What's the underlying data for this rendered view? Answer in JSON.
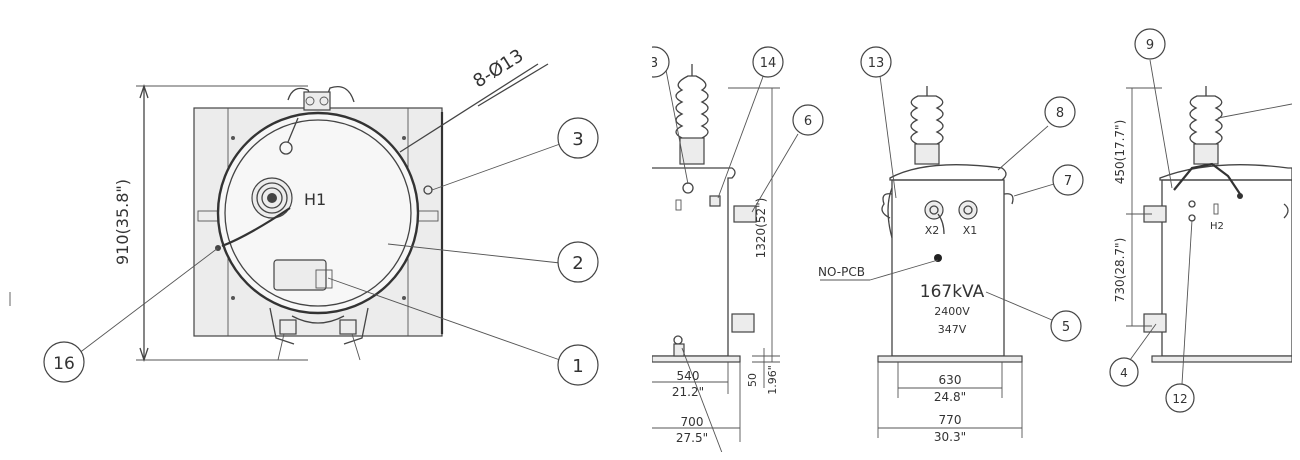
{
  "left_view": {
    "dimension_height": "910(35.8\")",
    "holes_label": "8-Ø13",
    "bushing_label": "H1",
    "callouts": [
      "3",
      "2",
      "1",
      "16"
    ]
  },
  "right_view": {
    "callouts": [
      "3",
      "14",
      "6",
      "13",
      "8",
      "7",
      "5",
      "9",
      "4",
      "12"
    ],
    "overall_height": "1320(52\")",
    "side_width_in": "540",
    "side_width_imp": "21.2\"",
    "side_depth_in": "700",
    "side_depth_imp": "27.5\"",
    "base_height_mm": "50",
    "base_height_in": "1.96\"",
    "front_inner_width_mm": "630",
    "front_inner_width_in": "24.8\"",
    "front_outer_width_mm": "770",
    "front_outer_width_in": "30.3\"",
    "x2_label": "X2",
    "x1_label": "X1",
    "nopcb_label": "NO-PCB",
    "rating_kva": "167kVA",
    "rating_voltage_primary": "2400V",
    "rating_voltage_secondary": "347V",
    "upper_height": "450(17.7\")",
    "lower_height": "730(28.7\")",
    "h2_label": "H2"
  }
}
